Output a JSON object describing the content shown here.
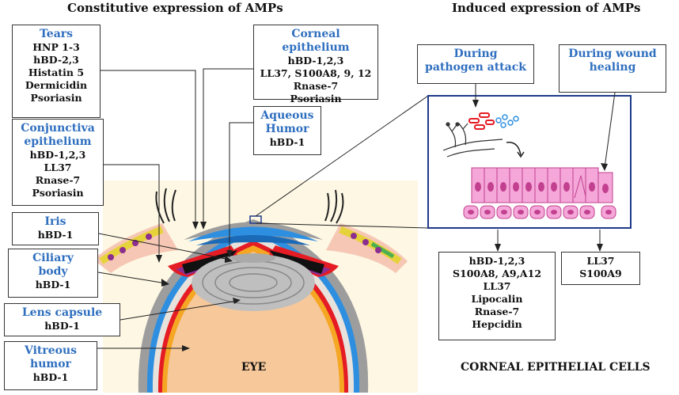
{
  "headings": {
    "constitutive": "Constitutive expression of AMPs",
    "induced": "Induced expression of AMPs"
  },
  "tears": {
    "title": "Tears",
    "items": [
      "HNP 1-3",
      "hBD-2,3",
      "Histatin 5",
      "Dermicidin",
      "Psoriasin"
    ]
  },
  "corneal": {
    "title": "Corneal epithelium",
    "items": [
      "hBD-1,2,3",
      "LL37, S100A8, 9, 12",
      "Rnase-7",
      "Psoriasin"
    ]
  },
  "aqueous": {
    "title_line1": "Aqueous",
    "title_line2": "Humor",
    "items": [
      "hBD-1"
    ]
  },
  "conjunctiva": {
    "title_line1": "Conjunctiva",
    "title_line2": "epithelium",
    "items": [
      "hBD-1,2,3",
      "LL37",
      "Rnase-7",
      "Psoriasin"
    ]
  },
  "iris": {
    "title": "Iris",
    "items": [
      "hBD-1"
    ]
  },
  "ciliary": {
    "title_line1": "Ciliary",
    "title_line2": "body",
    "items": [
      "hBD-1"
    ]
  },
  "lens": {
    "title": "Lens capsule",
    "items": [
      "hBD-1"
    ]
  },
  "vitreous": {
    "title_line1": "Vitreous",
    "title_line2": "humor",
    "items": [
      "hBD-1"
    ]
  },
  "pathogen": {
    "title_line1": "During",
    "title_line2": "pathogen attack"
  },
  "wound": {
    "title_line1": "During wound",
    "title_line2": "healing"
  },
  "induced_pathogen": {
    "items": [
      "hBD-1,2,3",
      "S100A8, A9,A12",
      "LL37",
      "Lipocalin",
      "Rnase-7",
      "Hepcidin"
    ]
  },
  "induced_wound": {
    "items": [
      "LL37",
      "S100A9"
    ]
  },
  "footer": {
    "eye": "EYE",
    "cells": "CORNEAL EPITHELIAL CELLS"
  },
  "colors": {
    "title_blue": "#2f6fbf",
    "eye_orange": "#f6c89a",
    "cornea_blue": "#2e8fe0",
    "iris_red": "#e51c24",
    "cell_pink": "#f4a7d8"
  }
}
